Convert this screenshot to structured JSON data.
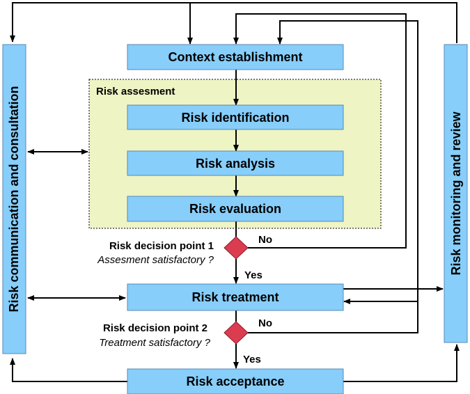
{
  "boxes": {
    "context": "Context establishment",
    "identification": "Risk identification",
    "analysis": "Risk analysis",
    "evaluation": "Risk evaluation",
    "treatment": "Risk treatment",
    "acceptance": "Risk acceptance",
    "communication": "Risk communication and consultation",
    "monitoring": "Risk monitoring and review"
  },
  "assessment_group": {
    "label": "Risk assesment"
  },
  "decision_1": {
    "title": "Risk decision point 1",
    "question": "Assesment satisfactory ?",
    "yes": "Yes",
    "no": "No"
  },
  "decision_2": {
    "title": "Risk decision point 2",
    "question": "Treatment satisfactory ?",
    "yes": "Yes",
    "no": "No"
  },
  "colors": {
    "box_fill": "#87cefa",
    "box_stroke": "#5a88b5",
    "group_fill": "#eef4c3",
    "diamond_fill": "#dc3c50",
    "line": "#000000"
  }
}
